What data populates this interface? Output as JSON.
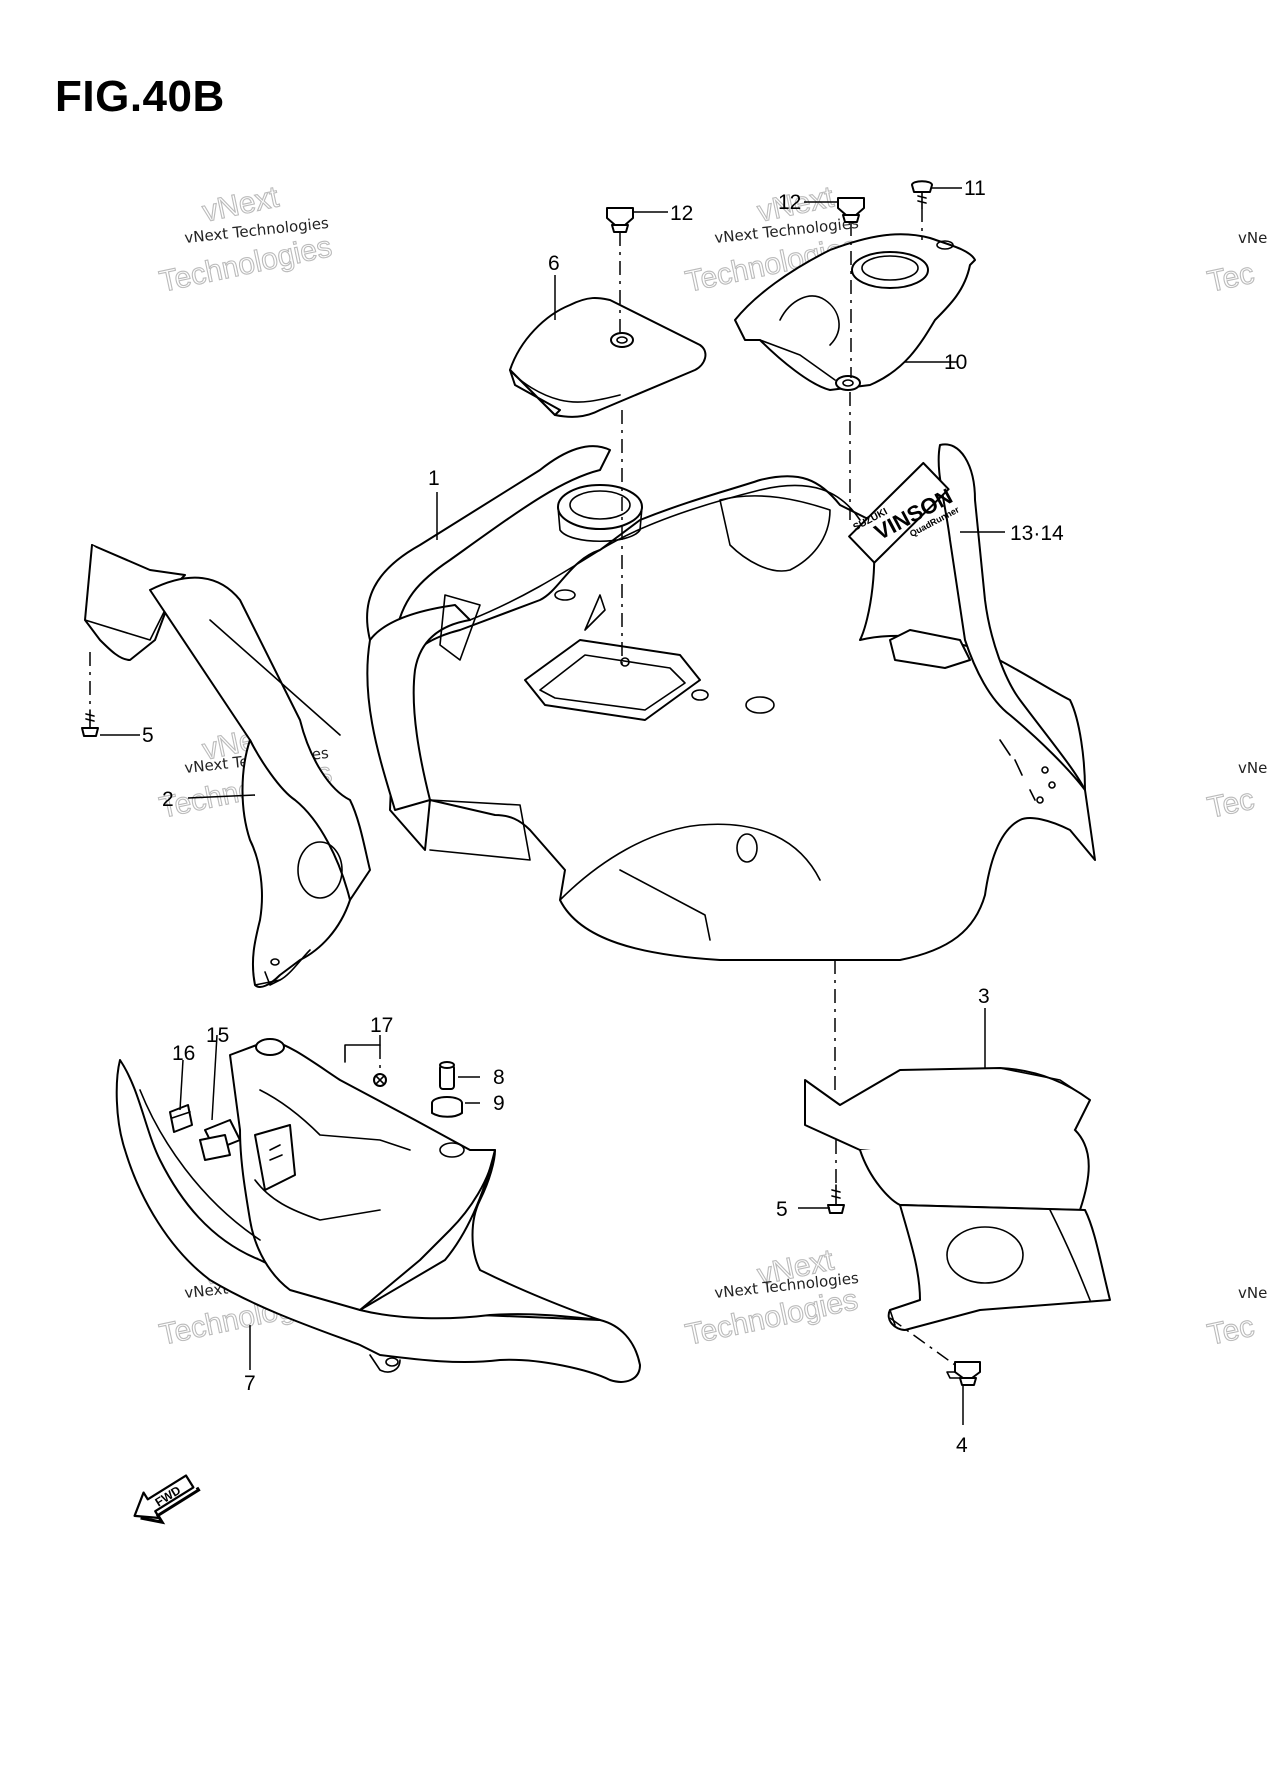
{
  "figure_title": "FIG.40B",
  "callouts": [
    "1",
    "2",
    "3",
    "4",
    "5",
    "5",
    "6",
    "7",
    "8",
    "9",
    "10",
    "11",
    "12",
    "12",
    "13·14",
    "15",
    "16",
    "17"
  ],
  "watermark": {
    "line1": "vNext Technologies",
    "line2": "vNext",
    "line3": "Technologies",
    "edge1": "vNe",
    "edge2": "Tec"
  },
  "decal": {
    "brand": "SUZUKI",
    "model": "VINSON",
    "sub": "QuadRunner"
  },
  "fwd_label": "FWD"
}
